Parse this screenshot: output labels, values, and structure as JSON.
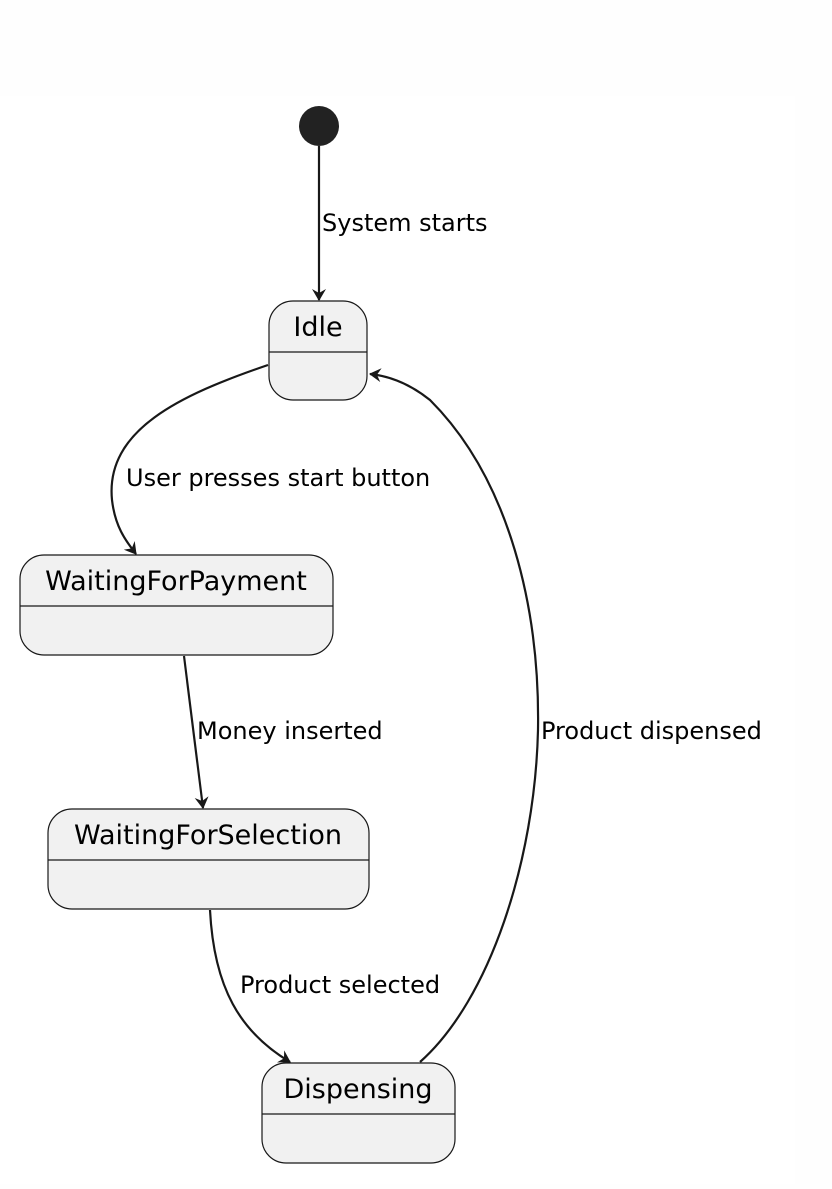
{
  "diagram": {
    "type": "state-machine",
    "initial_state": "Idle",
    "states": [
      {
        "id": "idle",
        "name": "Idle"
      },
      {
        "id": "waiting_for_payment",
        "name": "WaitingForPayment"
      },
      {
        "id": "waiting_for_selection",
        "name": "WaitingForSelection"
      },
      {
        "id": "dispensing",
        "name": "Dispensing"
      }
    ],
    "transitions": [
      {
        "from": "start",
        "to": "idle",
        "label": "System starts"
      },
      {
        "from": "idle",
        "to": "waiting_for_payment",
        "label": "User presses start button"
      },
      {
        "from": "waiting_for_payment",
        "to": "waiting_for_selection",
        "label": "Money inserted"
      },
      {
        "from": "waiting_for_selection",
        "to": "dispensing",
        "label": "Product selected"
      },
      {
        "from": "dispensing",
        "to": "idle",
        "label": "Product dispensed"
      }
    ],
    "colors": {
      "background": "#fefefe",
      "state_fill": "#f1f1f1",
      "state_stroke": "#181818",
      "text": "#000000",
      "edge": "#181818",
      "initial_node": "#222222"
    }
  }
}
